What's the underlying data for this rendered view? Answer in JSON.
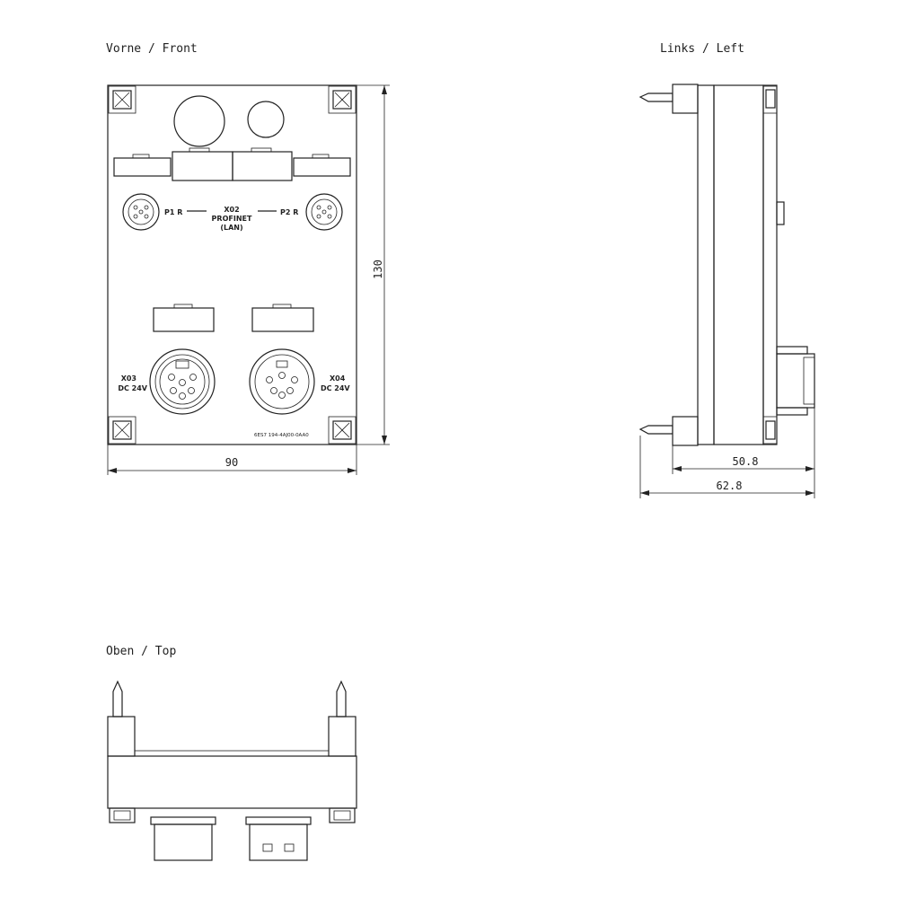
{
  "views": {
    "front": {
      "title": "Vorne / Front"
    },
    "left": {
      "title": "Links / Left"
    },
    "top": {
      "title": "Oben / Top"
    }
  },
  "dimensions": {
    "front_height": "130",
    "front_width": "90",
    "left_depth_inner": "50.8",
    "left_depth_total": "62.8"
  },
  "labels": {
    "p1r": "P1 R",
    "p2r": "P2 R",
    "x02": "X02",
    "profinet": "PROFINET",
    "lan": "(LAN)",
    "x03": "X03",
    "x04": "X04",
    "dc24v": "DC 24V",
    "part_number": "6ES7 194-4AJ00-0AA0"
  }
}
